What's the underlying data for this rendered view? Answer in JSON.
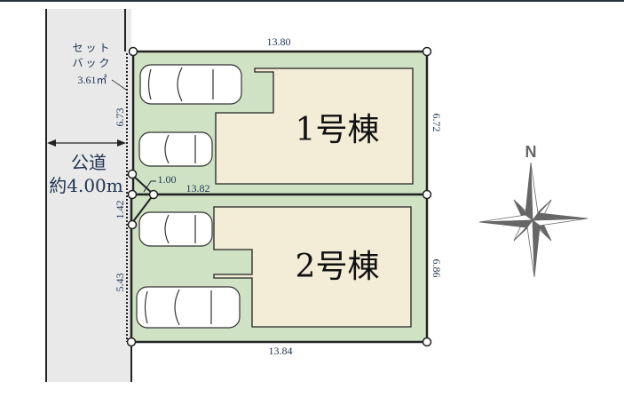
{
  "road": {
    "label_line1": "公道",
    "label_line2": "約4.00m"
  },
  "setback": {
    "line1": "セット",
    "line2": "バック",
    "area": "3.61㎡"
  },
  "lots": [
    {
      "name": "1号棟",
      "top": "13.80",
      "right": "6.72",
      "left": "6.73"
    },
    {
      "name": "2号棟",
      "bottom": "13.84",
      "right": "6.86",
      "left": "5.43"
    }
  ],
  "shared": {
    "boundary": "13.82",
    "corner_cut": "1.00",
    "gap": "1.42"
  },
  "compass": {
    "label": "N"
  },
  "colors": {
    "lot": "#cfe3c4",
    "building": "#f3ecd6",
    "road": "#e9e9e9",
    "text": "#1f3350"
  }
}
